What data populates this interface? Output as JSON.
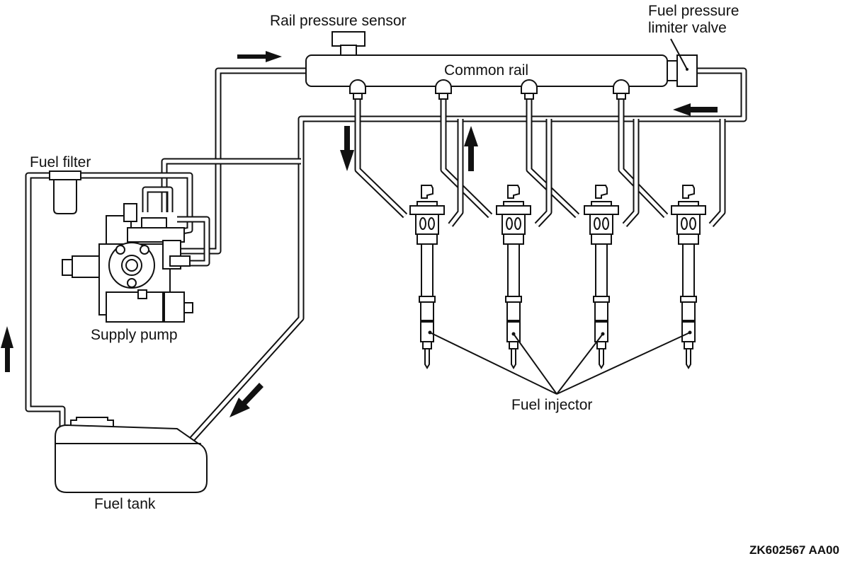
{
  "diagram": {
    "title": "Common rail fuel system",
    "labels": {
      "rail_pressure_sensor": "Rail pressure sensor",
      "fuel_pressure_limiter_valve_line1": "Fuel pressure",
      "fuel_pressure_limiter_valve_line2": "limiter valve",
      "common_rail": "Common rail",
      "fuel_filter": "Fuel filter",
      "supply_pump": "Supply pump",
      "fuel_injector": "Fuel injector",
      "fuel_tank": "Fuel tank"
    },
    "figure_code": "ZK602567 AA00",
    "injector_count": 4,
    "flow_arrows": [
      {
        "id": "to-rail",
        "direction": "right"
      },
      {
        "id": "limiter-return",
        "direction": "left"
      },
      {
        "id": "rail-feed-down",
        "direction": "down"
      },
      {
        "id": "injector-return-up",
        "direction": "up"
      },
      {
        "id": "return-to-tank",
        "direction": "down-left"
      },
      {
        "id": "tank-to-pump",
        "direction": "up"
      }
    ]
  }
}
